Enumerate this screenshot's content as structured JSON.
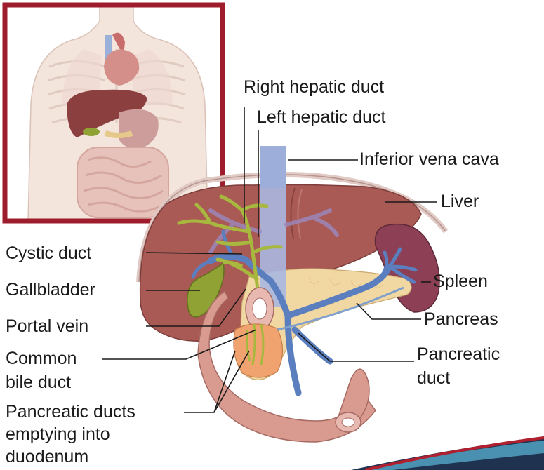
{
  "labels": {
    "right_hepatic_duct": "Right hepatic duct",
    "left_hepatic_duct": "Left hepatic duct",
    "inferior_vena_cava": "Inferior vena cava",
    "liver": "Liver",
    "cystic_duct": "Cystic duct",
    "gallbladder": "Gallbladder",
    "spleen": "Spleen",
    "portal_vein": "Portal vein",
    "pancreas": "Pancreas",
    "common_bile_duct_line1": "Common",
    "common_bile_duct_line2": "bile duct",
    "pancreatic_duct_line1": "Pancreatic",
    "pancreatic_duct_line2": "duct",
    "pancreatic_ducts_line1": "Pancreatic ducts",
    "pancreatic_ducts_line2": "emptying into",
    "pancreatic_ducts_line3": "duodenum"
  },
  "colors": {
    "inset_frame": "#9e1c2c",
    "liver": "#a95a55",
    "gallbladder": "#8fa233",
    "bile_ducts": "#a8b83e",
    "portal_vein": "#5b7fbe",
    "vena_cava": "#a9b7e0",
    "spleen": "#8c3f55",
    "pancreas": "#f1d7a2",
    "duodenum": "#d99a90",
    "corner_stripe_red": "#b0202e",
    "corner_stripe_navy": "#1f3350",
    "corner_stripe_teal": "#4a90b0"
  }
}
